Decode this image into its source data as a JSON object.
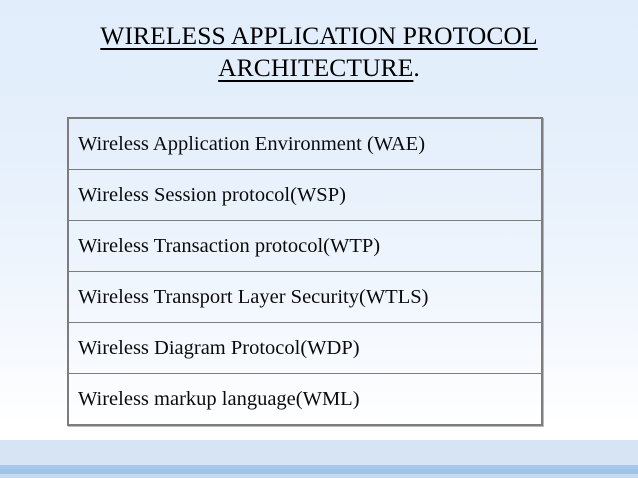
{
  "slide": {
    "title": {
      "line1": "WIRELESS APPLICATION PROTOCOL",
      "line2": "ARCHITECTURE",
      "trailing_punctuation": "."
    },
    "layers": [
      {
        "label": "Wireless Application Environment (WAE)"
      },
      {
        "label": "Wireless Session protocol(WSP)"
      },
      {
        "label": "Wireless Transaction protocol(WTP)"
      },
      {
        "label": "Wireless Transport Layer Security(WTLS)"
      },
      {
        "label": "Wireless Diagram Protocol(WDP)"
      },
      {
        "label": "Wireless markup language(WML)"
      }
    ],
    "colors": {
      "background_top": "#e1edfb",
      "background_bottom": "#ffffff",
      "table_border": "#7d7d7d",
      "text": "#000000",
      "band_pale": "#d6e4f4",
      "band_mid": "#a9c8e9",
      "band_accent": "#9ec2e8",
      "band_soft": "#c2d9f0"
    }
  }
}
